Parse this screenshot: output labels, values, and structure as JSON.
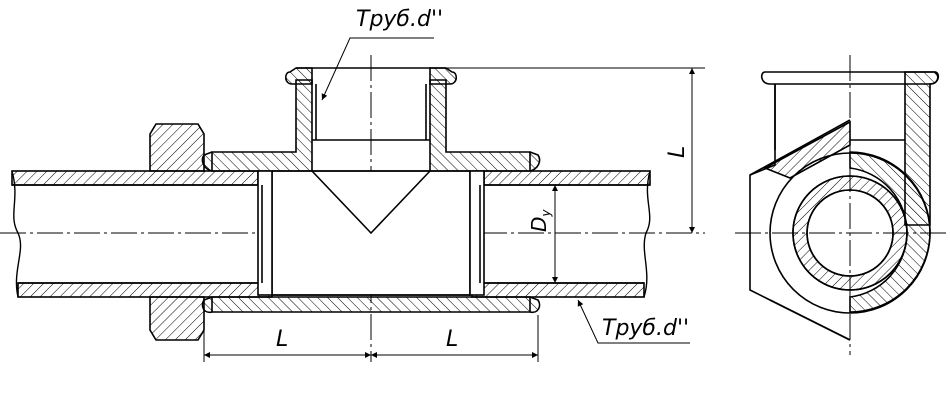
{
  "labels": {
    "thread_top": "Труб.d''",
    "thread_bottom": "Труб.d''",
    "length_left": "L",
    "length_right": "L",
    "length_vertical": "L",
    "diameter_main": "D",
    "diameter_sub": "y"
  }
}
